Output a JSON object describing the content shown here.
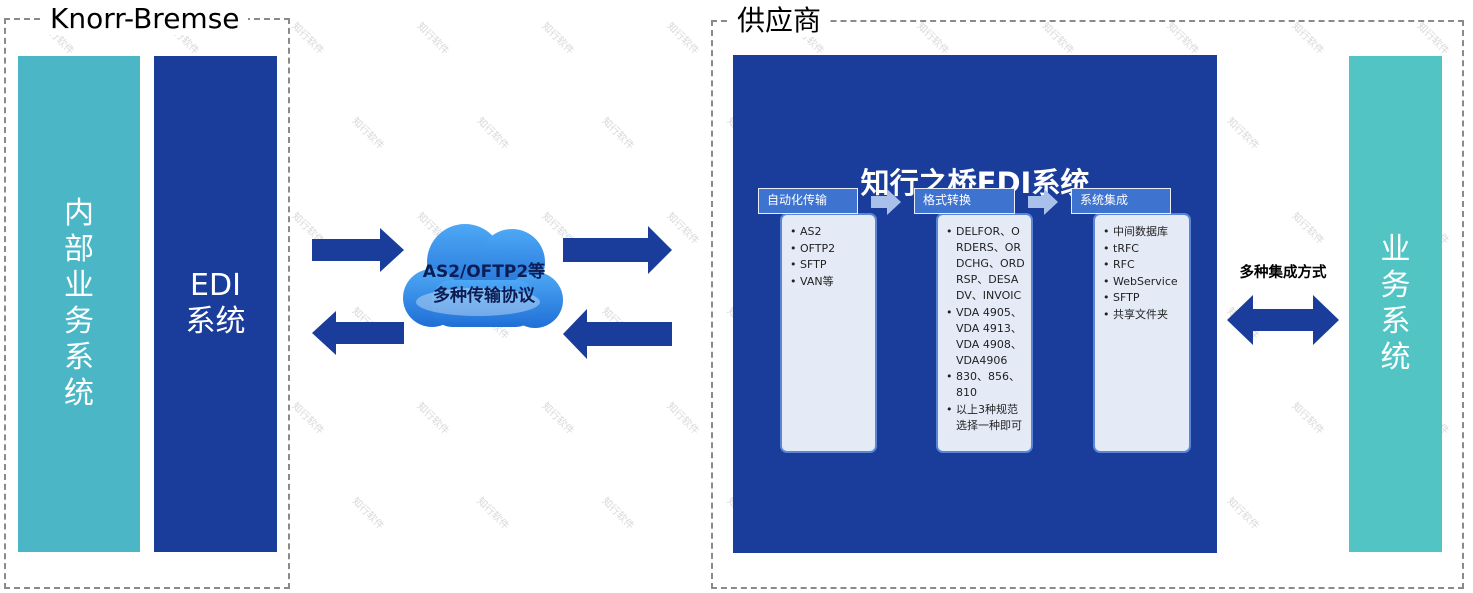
{
  "knorr": {
    "title": "Knorr-Bremse",
    "internal_system": "内部业务系统",
    "edi_system": "EDI系统"
  },
  "cloud": {
    "line1": "AS2/OFTP2等",
    "line2": "多种传输协议"
  },
  "supplier": {
    "title": "供应商",
    "panel_title": "知行之桥EDI系统",
    "steps": [
      {
        "header": "自动化传输",
        "items": [
          "AS2",
          "OFTP2",
          "SFTP",
          "VAN等"
        ]
      },
      {
        "header": "格式转换",
        "items": [
          "DELFOR、ORDERS、ORDCHG、ORDRSP、DESADV、INVOIC",
          "VDA 4905、VDA 4913、VDA 4908、VDA4906",
          "830、856、810",
          "以上3种规范选择一种即可"
        ]
      },
      {
        "header": "系统集成",
        "items": [
          "中间数据库",
          "tRFC",
          "RFC",
          "WebService",
          "SFTP",
          "共享文件夹"
        ]
      }
    ],
    "integration_label": "多种集成方式",
    "business_system": "业务系统"
  },
  "colors": {
    "teal_left": "#4bb7c6",
    "teal_right": "#52c4c4",
    "edi_blue": "#1a3d9c",
    "step_header_blue": "#3e73cf",
    "step_body": "#e4ebf7",
    "cloud_blue": "#2f86e8"
  },
  "watermark": "知行软件"
}
